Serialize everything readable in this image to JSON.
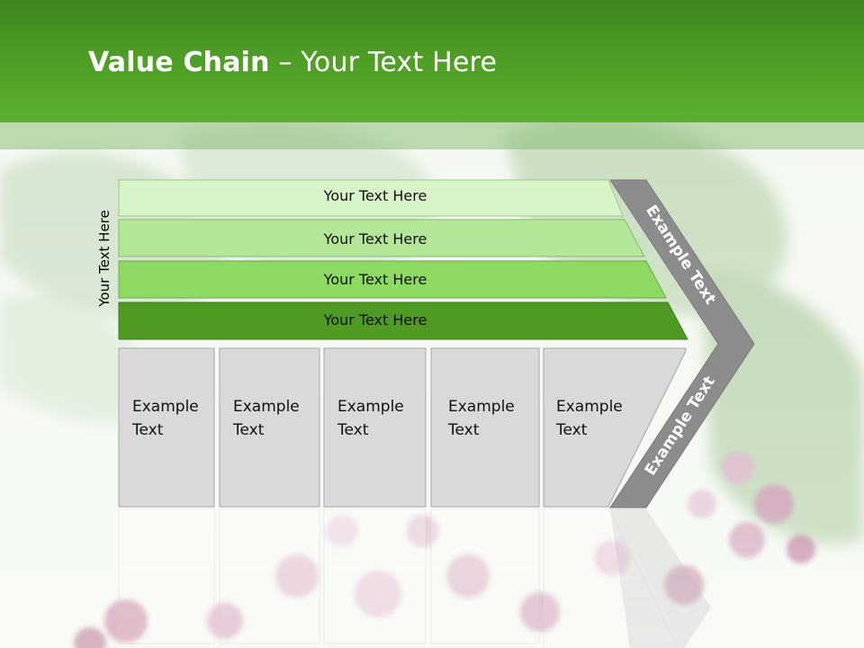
{
  "header": {
    "title_bold": "Value Chain",
    "title_rest": " – Your Text Here"
  },
  "side_label": "Your Text Here",
  "bars": [
    {
      "label": "Your Text Here",
      "color": "#d8f3c8"
    },
    {
      "label": "Your Text Here",
      "color": "#b4e698"
    },
    {
      "label": "Your Text Here",
      "color": "#8ed962"
    },
    {
      "label": "Your Text Here",
      "color": "#4e9a22"
    }
  ],
  "boxes": [
    {
      "line1": "Example",
      "line2": "Text"
    },
    {
      "line1": "Example",
      "line2": "Text"
    },
    {
      "line1": "Example",
      "line2": "Text"
    },
    {
      "line1": "Example",
      "line2": "Text"
    },
    {
      "line1": "Example",
      "line2": "Text"
    }
  ],
  "chevron": {
    "upper_label": "Example Text",
    "lower_label": "Example Text",
    "color": "#8c8c8c"
  },
  "colors": {
    "header_green": "#4f9f27",
    "box_fill": "#d9d9d9",
    "box_border": "#a6a6a6"
  }
}
